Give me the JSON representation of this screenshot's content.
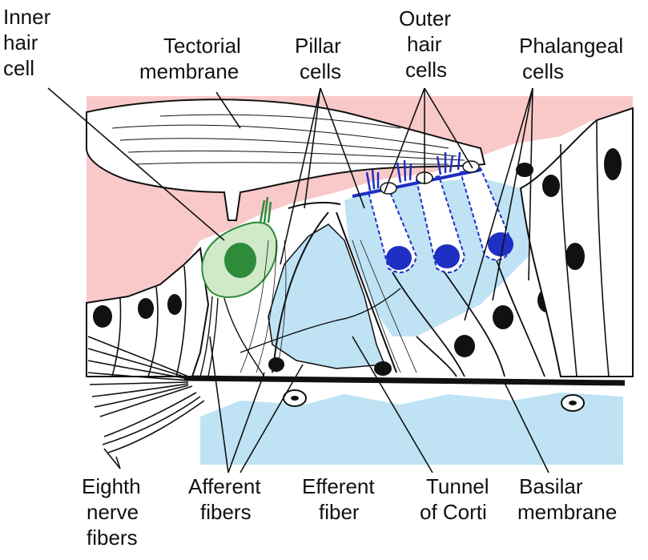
{
  "labels": {
    "inner_hair_cell": [
      "Inner",
      "hair",
      "cell"
    ],
    "tectorial_membrane": [
      "Tectorial",
      "membrane"
    ],
    "pillar_cells": [
      "Pillar",
      "cells"
    ],
    "outer_hair_cells": [
      "Outer",
      "hair",
      "cells"
    ],
    "phalangeal_cells": [
      "Phalangeal",
      "cells"
    ],
    "eighth_nerve_fibers": [
      "Eighth",
      "nerve",
      "fibers"
    ],
    "afferent_fibers": [
      "Afferent",
      "fibers"
    ],
    "efferent_fiber": [
      "Efferent",
      "fiber"
    ],
    "tunnel_of_corti": [
      "Tunnel",
      "of Corti"
    ],
    "basilar_membrane": [
      "Basilar",
      "membrane"
    ]
  },
  "colors": {
    "endolymph_pink": "#f9c9c9",
    "fluid_blue": "#bfe3f5",
    "inner_hair_cell_green": "#2e8b3a",
    "outer_hair_cell_blue": "#1f2fc4",
    "ink": "#111111"
  }
}
